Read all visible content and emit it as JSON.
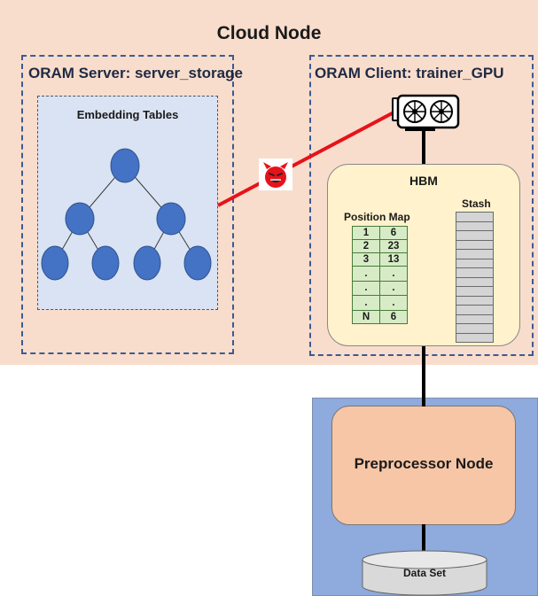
{
  "cloud_node": {
    "title": "Cloud Node"
  },
  "oram_server": {
    "title": "ORAM Server: server_storage",
    "embedding_tables": {
      "title": "Embedding Tables"
    }
  },
  "oram_client": {
    "title": "ORAM Client: trainer_GPU",
    "hbm": {
      "title": "HBM",
      "position_map": {
        "title": "Position Map",
        "rows": [
          [
            "1",
            "6"
          ],
          [
            "2",
            "23"
          ],
          [
            "3",
            "13"
          ],
          [
            ".",
            "."
          ],
          [
            ".",
            "."
          ],
          [
            ".",
            "."
          ],
          [
            "N",
            "6"
          ]
        ]
      },
      "stash": {
        "title": "Stash"
      }
    }
  },
  "preprocessor": {
    "title": "Preprocessor Node"
  },
  "dataset": {
    "title": "Data Set"
  },
  "icons": {
    "gpu": "gpu-card-icon",
    "attacker": "devil-face-icon"
  },
  "colors": {
    "cloud_bg": "#f9ddcc",
    "dashed_border": "#3b5a96",
    "tree_node": "#4472c4",
    "attack_line": "#e8121a",
    "hbm_bg": "#fff2cc",
    "posmap_cell": "#d7ecc6",
    "preprocessor": "#f7c6a6",
    "outer_blue": "#8faadc"
  }
}
